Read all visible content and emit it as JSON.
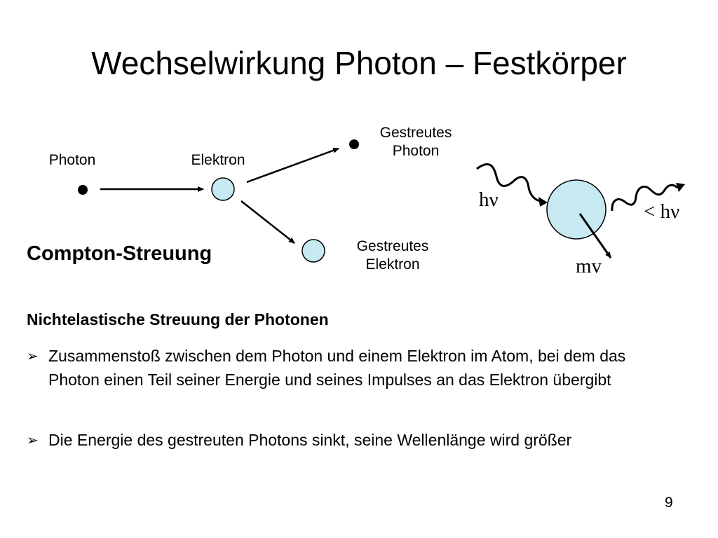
{
  "slide": {
    "title": "Wechselwirkung Photon – Festkörper",
    "page_number": "9"
  },
  "diagram": {
    "photon_label": "Photon",
    "electron_label": "Elektron",
    "scattered_photon_line1": "Gestreutes",
    "scattered_photon_line2": "Photon",
    "scattered_electron_line1": "Gestreutes",
    "scattered_electron_line2": "Elektron",
    "energy_in": "hν",
    "energy_out": "< hν",
    "momentum": "mv",
    "particle_color": "#c6e9f2",
    "ink_color": "#000000"
  },
  "content": {
    "section_title": "Compton-Streuung",
    "heading": "Nichtelastische Streuung der Photonen",
    "bullets": [
      {
        "marker": "➢",
        "text": "Zusammenstoß zwischen dem Photon und einem Elektron im Atom, bei dem das Photon einen Teil seiner Energie und seines Impulses an das Elektron übergibt"
      },
      {
        "marker": "➢",
        "text": "Die Energie des gestreuten Photons sinkt, seine Wellenlänge wird größer"
      }
    ]
  }
}
